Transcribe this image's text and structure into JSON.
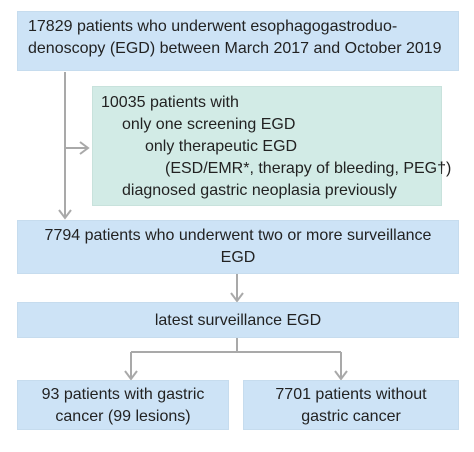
{
  "boxes": {
    "initial": {
      "line1": "17829 patients who underwent esophagogastroduo-",
      "line2": "denoscopy (EGD) between March 2017 and October 2019"
    },
    "excluded": {
      "heading": "10035 patients with",
      "items": [
        "only one screening EGD",
        "only therapeutic EGD",
        "(ESD/EMR*, therapy of bleeding, PEG†)",
        "diagnosed gastric neoplasia previously"
      ]
    },
    "surveillance": {
      "line1": "7794 patients who underwent two or more surveillance",
      "line2": "EGD"
    },
    "latest": {
      "label": "latest surveillance EGD"
    },
    "cancer": {
      "line1": "93 patients with gastric",
      "line2": "cancer (99 lesions)"
    },
    "no_cancer": {
      "line1": "7701 patients without",
      "line2": "gastric cancer"
    }
  },
  "colors": {
    "box_blue": "#cde3f6",
    "box_green": "#d2ebe6",
    "connector": "#a9a9a9"
  }
}
